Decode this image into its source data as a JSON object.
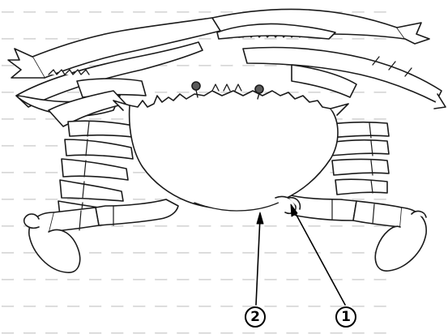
{
  "figure": {
    "callouts": [
      {
        "id": "1",
        "text": "1"
      },
      {
        "id": "2",
        "text": "2"
      }
    ]
  },
  "colors": {
    "line": "#1a1a1a",
    "eye": "#5a5a5a",
    "watermark_text": "#d6d6d6"
  },
  "icons": [
    "crab-illustration"
  ]
}
